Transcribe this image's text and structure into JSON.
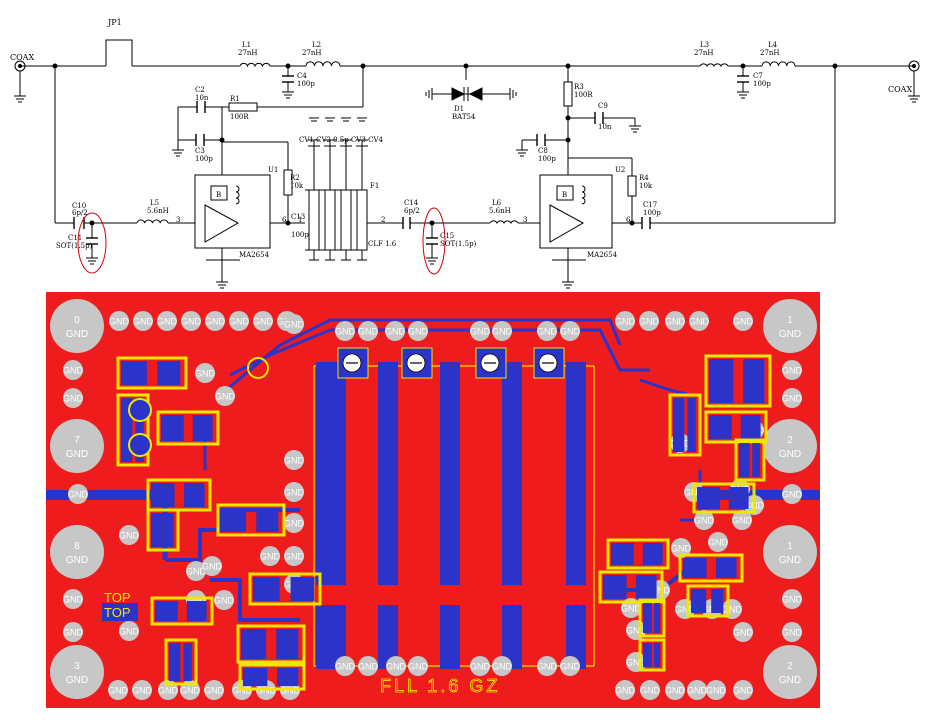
{
  "schematic": {
    "labels": {
      "coax_left": "COAX",
      "coax_right": "COAX",
      "jp1": "JP1",
      "l1": "L1",
      "l1_val": "27nH",
      "l2": "L2",
      "l2_val": "27nH",
      "c4": "C4",
      "c4_val": "100p",
      "c2": "C2",
      "c2_val": "10n",
      "r1": "R1",
      "r1_val": "100R",
      "c3": "C3",
      "c3_val": "100p",
      "u1": "U1",
      "r2": "R2",
      "r2_val": "10k",
      "c13": "C13",
      "c13_val": "100p",
      "c10": "C10",
      "c10_val": "6p/2",
      "c11": "C11",
      "c11_val": "SOT(1.5p)",
      "l5": "L5",
      "l5_val": "5.6nH",
      "ma1": "MA2654",
      "pin3a": "3",
      "pin6a": "6",
      "cv_labels": "CV1 CV2 0.5p CV3 CV4",
      "f1": "F1",
      "clf": "CLF 1.6",
      "pin1": "1",
      "pin2": "2",
      "c14": "C14",
      "c14_val": "6p/2",
      "c15": "C15",
      "c15_val": "SOT(1.5p)",
      "d1": "D1",
      "d1_val": "BAT54",
      "r3": "R3",
      "r3_val": "100R",
      "c9": "C9",
      "c9_val": "10n",
      "c8": "C8",
      "c8_val": "100p",
      "l6": "L6",
      "l6_val": "5.6nH",
      "pin3b": "3",
      "pin6b": "6",
      "u2": "U2",
      "r4": "R4",
      "r4_val": "10k",
      "c17": "C17",
      "c17_val": "100p",
      "ma2": "MA2654",
      "l3": "L3",
      "l3_val": "27nH",
      "l4": "L4",
      "l4_val": "27nH",
      "c7": "C7",
      "c7_val": "100p",
      "b_block": "B"
    }
  },
  "pcb": {
    "gnd": "GND",
    "corner_pads": [
      {
        "num": "0",
        "label": "GND"
      },
      {
        "num": "7",
        "label": "GND"
      },
      {
        "num": "8",
        "label": "GND"
      },
      {
        "num": "3",
        "label": "GND"
      },
      {
        "num": "1",
        "label": "GND"
      },
      {
        "num": "2",
        "label": "GND"
      },
      {
        "num": "1",
        "label": "GND"
      },
      {
        "num": "2",
        "label": "GND"
      }
    ],
    "top_label": "TOP",
    "bottom_text": "FLL 1.6 GZ",
    "colors": {
      "board": "#ee1c1c",
      "trace": "#2b33c9",
      "silk": "#f2e600",
      "pad": "#c7c7c7"
    }
  }
}
